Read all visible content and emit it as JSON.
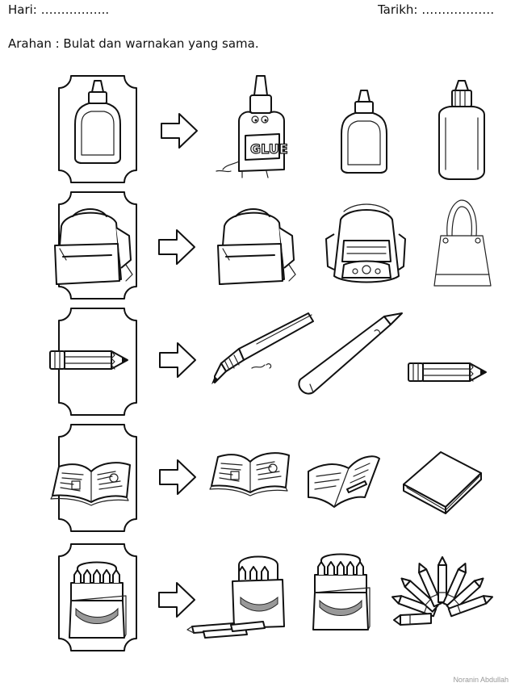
{
  "header": {
    "hari_label": "Hari: ……………..",
    "tarikh_label": "Tarikh: ………………"
  },
  "instruction": "Arahan : Bulat dan warnakan yang sama.",
  "rows": [
    {
      "target": "glue",
      "options": [
        "glue-cartoon",
        "glue",
        "glue-bottle"
      ]
    },
    {
      "target": "backpack",
      "options": [
        "backpack",
        "hiking-backpack",
        "handbag"
      ]
    },
    {
      "target": "pencil-stub",
      "options": [
        "pen",
        "long-pencil",
        "pencil-stub"
      ]
    },
    {
      "target": "open-book",
      "options": [
        "open-book",
        "open-book-small",
        "closed-book"
      ]
    },
    {
      "target": "crayon-box",
      "options": [
        "crayon-box-open",
        "crayon-box",
        "crayons-fan"
      ]
    }
  ],
  "glue_label": "GLUE",
  "credit": "Noranin Abdullah"
}
